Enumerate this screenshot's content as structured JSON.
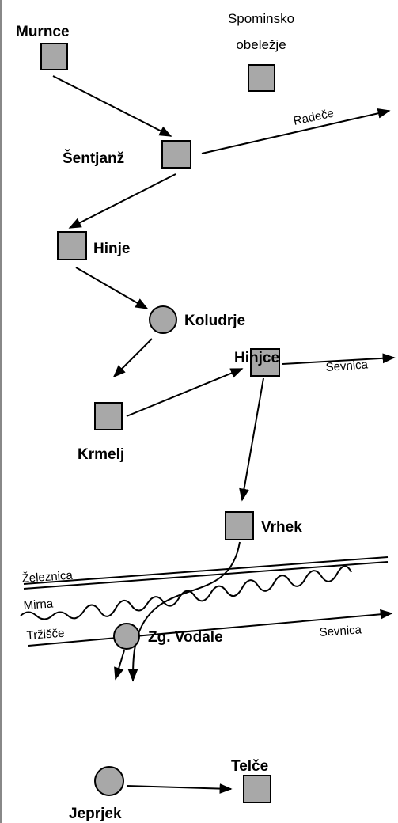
{
  "map": {
    "labels": {
      "murnce": "Murnce",
      "spominsko_line1": "Spominsko",
      "spominsko_line2": "obeležje",
      "sentjanz": "Šentjanž",
      "radece": "Radeče",
      "hinje": "Hinje",
      "koludrje": "Koludrje",
      "hinjce": "Hinjce",
      "sevnica_top": "Sevnica",
      "krmelj": "Krmelj",
      "vrhek": "Vrhek",
      "zeleznica": "Železnica",
      "mirna": "Mirna",
      "trzisce": "Tržišče",
      "sevnica_bottom": "Sevnica",
      "zg_vodale": "Zg. Vodale",
      "telce": "Telče",
      "jeprjek": "Jeprjek"
    },
    "node_color": "#a8a8a8",
    "line_color": "#000000",
    "background": "#ffffff"
  }
}
